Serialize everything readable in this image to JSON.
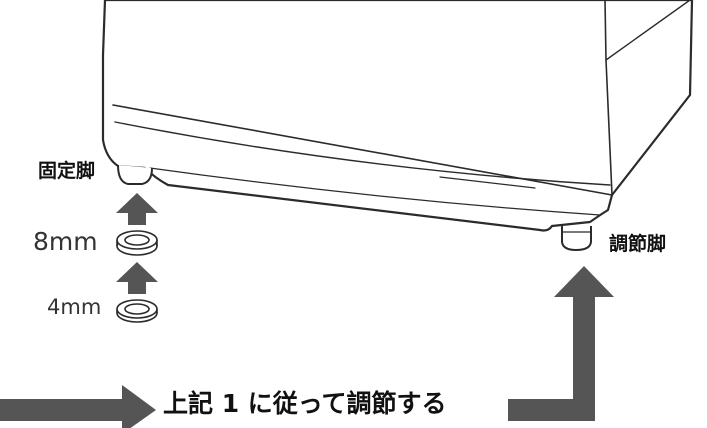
{
  "labels": {
    "fixed_foot": "固定脚",
    "adjustable_foot": "調節脚",
    "spacer_8mm": "8mm",
    "spacer_4mm": "4mm",
    "instruction": "上記 1 に従って調節する"
  },
  "colors": {
    "arrow": "#555555",
    "outline": "#2b2b2b",
    "body_fill": "#ffffff"
  },
  "icons": [
    "up-arrow-icon",
    "right-arrow-icon",
    "spacer-ring-icon"
  ]
}
